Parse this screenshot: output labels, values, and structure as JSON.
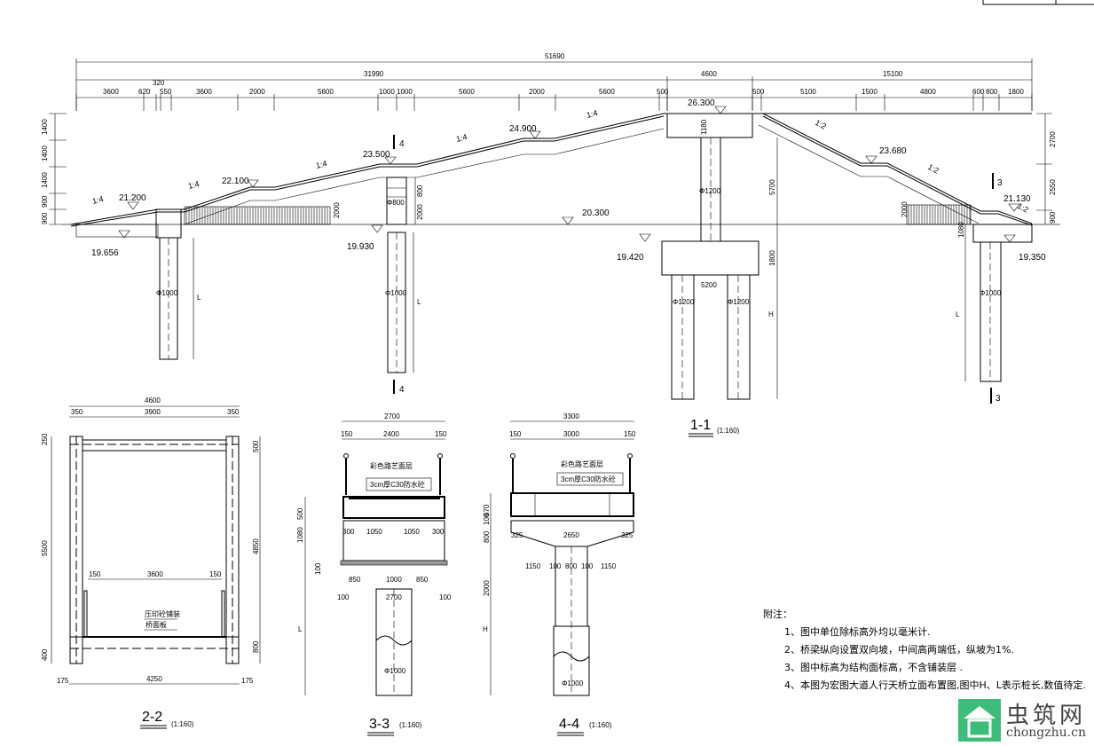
{
  "elevation": {
    "title": "1-1",
    "scale": "(1:160)",
    "dims_top": {
      "total": "51690",
      "left": "31990",
      "middle": "4600",
      "right": "15100"
    },
    "dims_row": [
      "3600",
      "620",
      "320",
      "550",
      "3600",
      "2000",
      "5600",
      "1000",
      "1000",
      "5600",
      "2000",
      "5600",
      "500",
      "500",
      "5100",
      "1500",
      "4800",
      "600",
      "800",
      "1800"
    ],
    "left_heights": [
      "1400",
      "1400",
      "1400",
      "900",
      "900"
    ],
    "right_heights": [
      "2700",
      "2550",
      "900"
    ],
    "elevations": {
      "e21200": "21.200",
      "e22100": "22.100",
      "e23500": "23.500",
      "e24900": "24.900",
      "e26300": "26.300",
      "e23680": "23.680",
      "e21130": "21.130",
      "e20300": "20.300",
      "e19656": "19.656",
      "e19930": "19.930",
      "e19420": "19.420",
      "e19350": "19.350"
    },
    "slopes": {
      "s14": "1:4",
      "s12": "1:2"
    },
    "inner_dims": {
      "h2000": "2000",
      "h800": "800",
      "h1180": "1180",
      "h5700": "5700",
      "h1800": "1800",
      "h1080": "1080",
      "w5200": "5200"
    },
    "piles": {
      "d800": "Φ800",
      "d1000": "Φ1000",
      "d1200": "Φ1200"
    },
    "pile_labels": {
      "L": "L",
      "H": "H"
    },
    "section_marks": {
      "four": "4",
      "three": "3"
    }
  },
  "section_2_2": {
    "title": "2-2",
    "scale": "(1:160)",
    "dims": {
      "w4600": "4600",
      "w350": "350",
      "w3900": "3900",
      "w150": "150",
      "w3600": "3600",
      "w175": "175",
      "w4250": "4250",
      "h250": "250",
      "h5500": "5500",
      "h400": "400",
      "h500": "500",
      "h4850": "4850",
      "h800": "800"
    },
    "labels": {
      "paving": "压印砼铺装",
      "deck": "桥面板"
    }
  },
  "section_3_3": {
    "title": "3-3",
    "scale": "(1:160)",
    "dims": {
      "w2700": "2700",
      "w150": "150",
      "w2400": "2400",
      "w300": "300",
      "w1050": "1050",
      "w850": "850",
      "w1000": "1000",
      "w100": "100",
      "h100": "100",
      "h500": "500",
      "h1080": "1080",
      "h100b": "100"
    },
    "labels": {
      "surface": "彩色路艺面层",
      "layer": "3cm厚C30防水砼"
    },
    "pile": "Φ1000",
    "L": "L"
  },
  "section_4_4": {
    "title": "4-4",
    "scale": "(1:160)",
    "dims": {
      "w3300": "3300",
      "w150": "150",
      "w3000": "3000",
      "w325": "325",
      "w2650": "2650",
      "w1150": "1150",
      "w100": "100",
      "w800": "800",
      "h670": "670",
      "h100": "100",
      "h800": "800",
      "h2000": "2000"
    },
    "labels": {
      "surface": "彩色路艺面层",
      "layer": "3cm厚C30防水砼"
    },
    "pile": "Φ1000",
    "H": "H"
  },
  "notes": {
    "heading": "附注：",
    "items": [
      "1、图中单位除标高外均以毫米计.",
      "2、桥梁纵向设置双向坡，中间高两端低，纵坡为1%.",
      "3、图中标高为结构面标高，不含铺装层 .",
      "4、本图为宏图大道人行天桥立面布置图,图中H、L表示桩长,数值待定."
    ]
  },
  "watermark": {
    "name": "虫筑网",
    "url": "chongzhu.cn",
    "color": "#3dbc7a"
  }
}
